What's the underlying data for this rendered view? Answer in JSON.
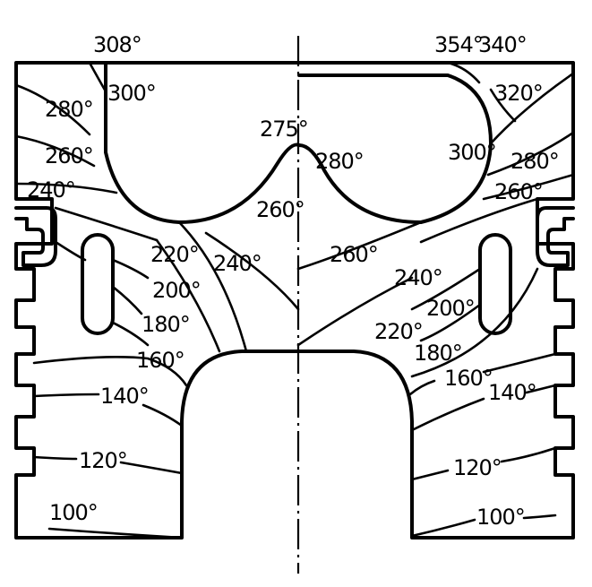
{
  "diagram": {
    "labels": {
      "t308": "308°",
      "t354": "354°",
      "t340": "340°",
      "t280_l": "280°",
      "t300_l": "300°",
      "t260_l": "260°",
      "t240_l": "240°",
      "t275": "275°",
      "t280_c": "280°",
      "t320": "320°",
      "t300_r": "300°",
      "t280_r": "280°",
      "t260_r": "260°",
      "t260_c": "260°",
      "t220_l": "220°",
      "t240_cl": "240°",
      "t260_cr": "260°",
      "t200_l": "200°",
      "t180_l": "180°",
      "t160_l": "160°",
      "t140_l": "140°",
      "t120_l": "120°",
      "t100_l": "100°",
      "t240_cr": "240°",
      "t200_r": "200°",
      "t220_r": "220°",
      "t180_r": "180°",
      "t160_r": "160°",
      "t140_r": "140°",
      "t120_r": "120°",
      "t100_r": "100°"
    }
  }
}
